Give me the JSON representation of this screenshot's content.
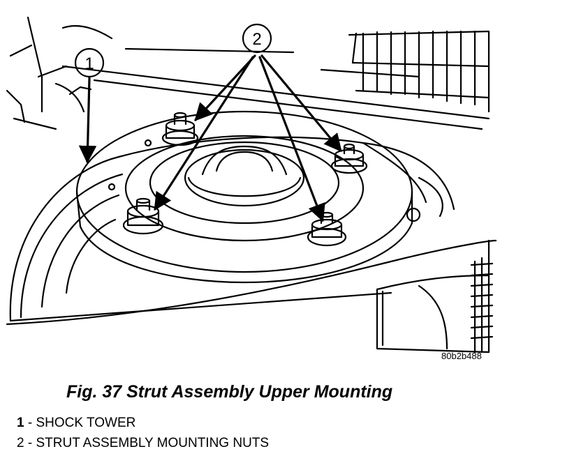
{
  "figure": {
    "ref_id": "80b2b488",
    "callouts": [
      {
        "id": "1",
        "label": "1"
      },
      {
        "id": "2",
        "label": "2"
      }
    ]
  },
  "caption": "Fig. 37 Strut Assembly Upper Mounting",
  "legend": [
    {
      "number": "1",
      "separator": " - ",
      "text": "SHOCK TOWER"
    },
    {
      "number": "2",
      "separator": " - ",
      "text": "STRUT ASSEMBLY MOUNTING NUTS"
    }
  ]
}
